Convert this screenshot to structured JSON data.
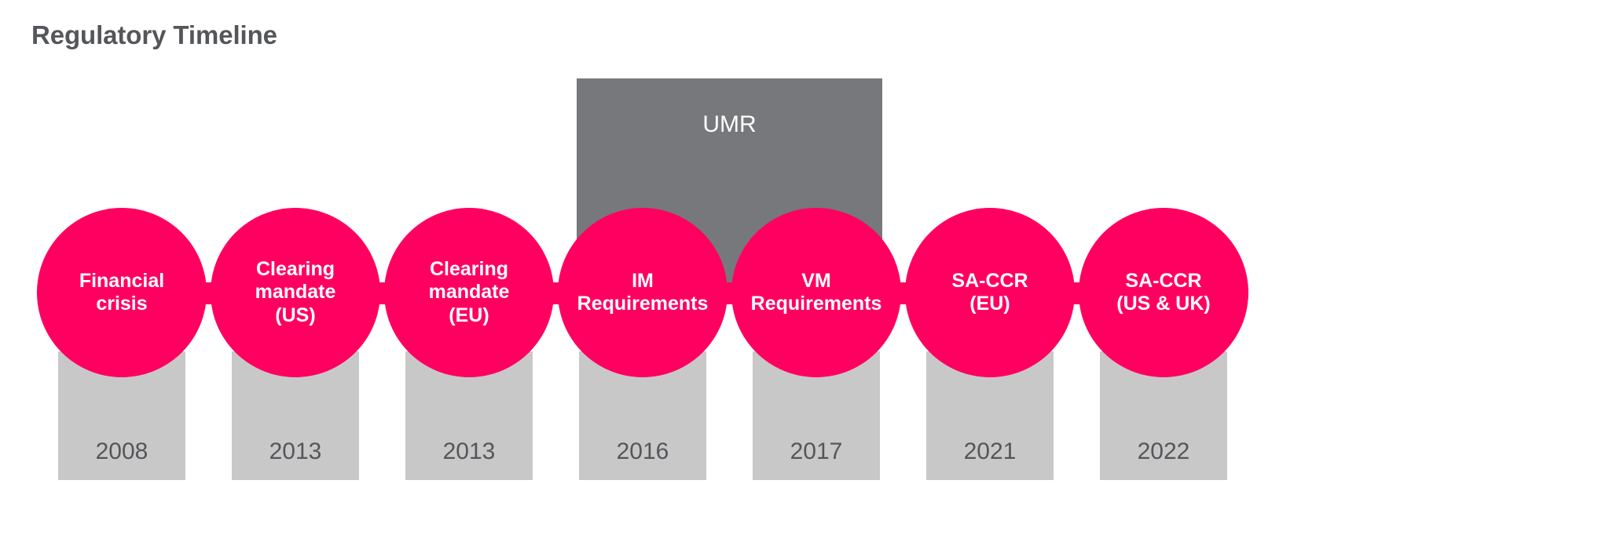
{
  "page": {
    "title": "Regulatory Timeline",
    "background": "#ffffff"
  },
  "colors": {
    "accent_pink": "#ff0060",
    "bar_gray": "#c8c8c8",
    "box_gray": "#76787b",
    "text_gray": "#54565a",
    "text_white": "#ffffff"
  },
  "chart_data": {
    "type": "timeline",
    "title": "Regulatory Timeline",
    "xlabel": "",
    "ylabel": "",
    "orientation": "horizontal",
    "categories": [
      "2008",
      "2013",
      "2013",
      "2016",
      "2017",
      "2021",
      "2022"
    ],
    "values": [
      "Financial crisis",
      "Clearing mandate (US)",
      "Clearing mandate (EU)",
      "IM Requirements",
      "VM Requirements",
      "SA-CCR (EU)",
      "SA-CCR (US & UK)"
    ],
    "annotations": [
      {
        "label": "UMR",
        "spans": [
          "IM Requirements",
          "VM Requirements"
        ],
        "span_years": [
          "2016",
          "2017"
        ]
      }
    ]
  },
  "timeline": {
    "spine_label": "timeline-connector",
    "events": [
      {
        "id": "financial-crisis",
        "year": "2008",
        "lines": [
          "Financial",
          "crisis"
        ],
        "full_label": "Financial crisis"
      },
      {
        "id": "clearing-mandate-us",
        "year": "2013",
        "lines": [
          "Clearing",
          "mandate",
          "(US)"
        ],
        "full_label": "Clearing mandate (US)"
      },
      {
        "id": "clearing-mandate-eu",
        "year": "2013",
        "lines": [
          "Clearing",
          "mandate",
          "(EU)"
        ],
        "full_label": "Clearing mandate (EU)"
      },
      {
        "id": "im-requirements",
        "year": "2016",
        "lines": [
          "IM",
          "Requirements"
        ],
        "full_label": "IM Requirements"
      },
      {
        "id": "vm-requirements",
        "year": "2017",
        "lines": [
          "VM",
          "Requirements"
        ],
        "full_label": "VM Requirements"
      },
      {
        "id": "sa-ccr-eu",
        "year": "2021",
        "lines": [
          "SA-CCR",
          "(EU)"
        ],
        "full_label": "SA-CCR (EU)"
      },
      {
        "id": "sa-ccr-us-uk",
        "year": "2022",
        "lines": [
          "SA-CCR",
          "(US & UK)"
        ],
        "full_label": "SA-CCR (US & UK)"
      }
    ],
    "overlay": {
      "id": "umr-overlay",
      "label": "UMR"
    }
  }
}
